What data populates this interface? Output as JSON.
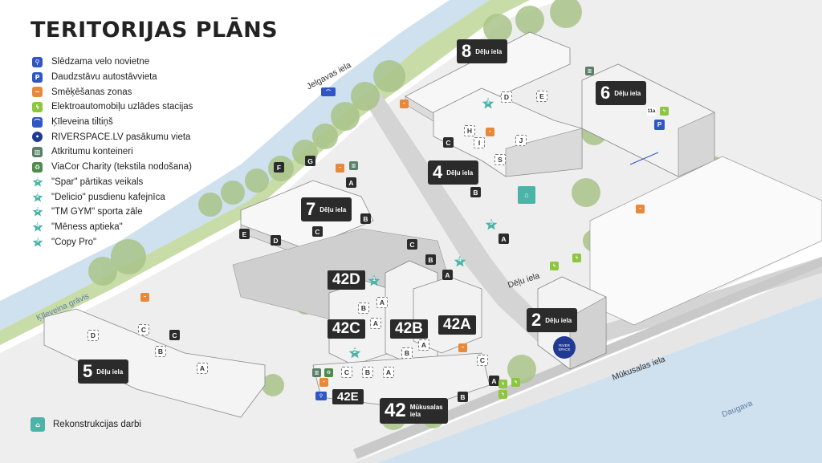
{
  "title": "TERITORIJAS PLĀNS",
  "legend": [
    {
      "label": "Slēdzama velo novietne",
      "icon": "bike-icon",
      "color": "#2f56c4",
      "glyph": "⚲"
    },
    {
      "label": "Daudzstāvu autostāvvieta",
      "icon": "parking-icon",
      "color": "#2f56c4",
      "glyph": "P"
    },
    {
      "label": "Smēķēšanas zonas",
      "icon": "smoking-icon",
      "color": "#e8893a",
      "glyph": "~"
    },
    {
      "label": "Elektroautomobiļu uzlādes stacijas",
      "icon": "ev-charging-icon",
      "color": "#8cc63f",
      "glyph": "ϟ"
    },
    {
      "label": "Ķīleveina tiltiņš",
      "icon": "bridge-icon",
      "color": "#2f56c4",
      "glyph": "⌒"
    },
    {
      "label": "RIVERSPACE.LV pasākumu vieta",
      "icon": "riverspace-icon",
      "color": "#1f3a93",
      "glyph": "•"
    },
    {
      "label": "Atkritumu konteineri",
      "icon": "trash-icon",
      "color": "#5c7f6a",
      "glyph": "▥"
    },
    {
      "label": "ViaCor Charity (tekstila nodošana)",
      "icon": "recycle-icon",
      "color": "#4f8a4f",
      "glyph": "♻"
    },
    {
      "label": "\"Spar\" pārtikas veikals",
      "icon": "star-icon",
      "color": "#4bb3a8",
      "num": "1"
    },
    {
      "label": "\"Delicio\" pusdienu kafejnīca",
      "icon": "star-icon",
      "color": "#4bb3a8",
      "num": "2"
    },
    {
      "label": "\"TM GYM\" sporta zāle",
      "icon": "star-icon",
      "color": "#4bb3a8",
      "num": "3"
    },
    {
      "label": "\"Mēness aptieka\"",
      "icon": "star-icon",
      "color": "#4bb3a8",
      "num": "4"
    },
    {
      "label": "\"Copy Pro\"",
      "icon": "star-icon",
      "color": "#4bb3a8",
      "num": "5"
    }
  ],
  "reconstruction": {
    "label": "Rekonstrukcijas darbi",
    "icon": "construction-icon",
    "color": "#4bb3a8"
  },
  "buildings": [
    {
      "id": "b8",
      "num": "8",
      "street": "Dēļu iela"
    },
    {
      "id": "b6",
      "num": "6",
      "street": "Dēļu iela"
    },
    {
      "id": "b4",
      "num": "4",
      "street": "Dēļu iela"
    },
    {
      "id": "b7",
      "num": "7",
      "street": "Dēļu iela"
    },
    {
      "id": "b2",
      "num": "2",
      "street": "Dēļu iela"
    },
    {
      "id": "b5",
      "num": "5",
      "street": "Dēļu iela"
    },
    {
      "id": "b42",
      "num": "42",
      "street": "Mūkusalas iela"
    }
  ],
  "chips": {
    "c42D": "42D",
    "c42C": "42C",
    "c42B": "42B",
    "c42A": "42A",
    "c42E": "42E"
  },
  "streets": {
    "jelgavas": "Jelgavas iela",
    "delu": "Dēļu iela",
    "mukusalas": "Mūkusalas iela",
    "kilevein": "Ķīleveina grāvis",
    "daugava": "Daugava"
  },
  "entrance_letters": [
    {
      "t": "D",
      "s": "out"
    },
    {
      "t": "E",
      "s": "out"
    },
    {
      "t": "H",
      "s": "out"
    },
    {
      "t": "I",
      "s": "out"
    },
    {
      "t": "J",
      "s": "out"
    },
    {
      "t": "S",
      "s": "out"
    },
    {
      "t": "C",
      "s": "dark"
    },
    {
      "t": "B",
      "s": "dark"
    },
    {
      "t": "A",
      "s": "dark"
    },
    {
      "t": "F",
      "s": "dark"
    },
    {
      "t": "G",
      "s": "dark"
    },
    {
      "t": "A",
      "s": "dark"
    },
    {
      "t": "B",
      "s": "dark"
    },
    {
      "t": "C",
      "s": "dark"
    },
    {
      "t": "D",
      "s": "dark"
    },
    {
      "t": "E",
      "s": "dark"
    },
    {
      "t": "C",
      "s": "dark"
    },
    {
      "t": "B",
      "s": "dark"
    },
    {
      "t": "A",
      "s": "dark"
    },
    {
      "t": "B",
      "s": "out"
    },
    {
      "t": "A",
      "s": "out"
    },
    {
      "t": "A",
      "s": "out"
    },
    {
      "t": "A",
      "s": "out"
    },
    {
      "t": "B",
      "s": "out"
    },
    {
      "t": "D",
      "s": "out"
    },
    {
      "t": "C",
      "s": "out"
    },
    {
      "t": "C",
      "s": "dark"
    },
    {
      "t": "B",
      "s": "out"
    },
    {
      "t": "A",
      "s": "out"
    },
    {
      "t": "C",
      "s": "out"
    },
    {
      "t": "B",
      "s": "out"
    },
    {
      "t": "A",
      "s": "out"
    },
    {
      "t": "C",
      "s": "out"
    },
    {
      "t": "A",
      "s": "dark"
    },
    {
      "t": "B",
      "s": "dark"
    }
  ],
  "riverspace_badge": "RIVER SPACE",
  "parking_11a": "11a",
  "smoking_badge": "~",
  "map_star_numbers": [
    "1",
    "2",
    "3",
    "4",
    "5"
  ]
}
